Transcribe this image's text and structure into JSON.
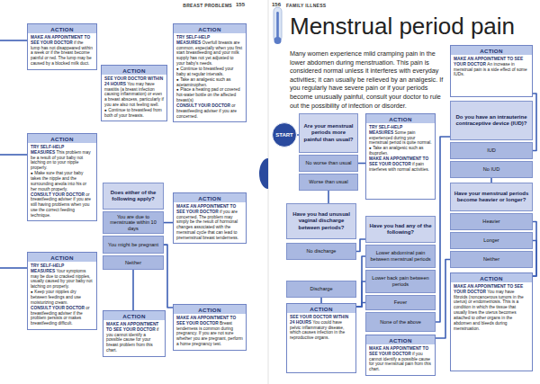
{
  "diagram": {
    "title": "Menstrual period pain",
    "nodes": [
      {
        "text": [
          "ACTION",
          "MAKE AN APPOINTMENT TO SEE YOUR DOCTOR",
          "if the lump has not disappeared within a week or if the breast become painful or red. The lump may be caused by a blocked milk duct."
        ]
      },
      {
        "text": [
          "ACTION",
          "SEE YOUR DOCTOR WITHIN 24 HOURS",
          "You may have mastitis (a breast infection causing inflammation) or even a breast abscess, particularly if you are also not feeling well.",
          "● Continue to breastfeed from both of your breasts."
        ]
      },
      {
        "text": [
          "ACTION",
          "TRY SELF-HELP MEASURES",
          "Overfull breasts are common, especially when you first start breastfeeding and your milk supply has not yet adjusted to your baby's needs.",
          "● Continue to breastfeed your baby at regular intervals.",
          "● Take an analgesic such as acetaminophen.",
          "● Place a heating pad or covered hot-water bottle on the affected breast(s)",
          "CONSULT YOUR DOCTOR",
          "or breastfeeding adviser if you are concerned."
        ]
      },
      {
        "text": [
          "ACTION",
          "TRY SELF-HELP MEASURES",
          "This problem may be a result of your baby not latching on to your nipple properly.",
          "● Make sure that your baby takes the nipple and the surrounding areola into his or her mouth properly.",
          "CONSULT YOUR DOCTOR",
          "or breastfeeding adviser if you are still having problems when you use the correct feeding technique."
        ]
      },
      {
        "text": [
          "Does either of the following apply?"
        ]
      },
      {
        "text": [
          "You are due to menstruate within 10 days"
        ]
      },
      {
        "text": [
          "You might be pregnant"
        ]
      },
      {
        "text": [
          "Neither"
        ]
      },
      {
        "text": [
          "ACTION",
          "MAKE AN APPOINTMENT TO SEE YOUR DOCTOR",
          "if you are concerned. The problem may simply be the result of hormonal changes associated with the menstrual cycle that can lead to premenstrual breast tenderness."
        ]
      },
      {
        "text": [
          "ACTION",
          "TRY SELF-HELP MEASURES",
          "Your symptoms may be due to cracked nipples, usually caused by your baby not latching on properly.",
          "● Keep your nipples dry between feedings and use moisturizing cream.",
          "CONSULT YOUR DOCTOR",
          "or breastfeeding adviser if the problem persists or makes breastfeeding difficult."
        ]
      },
      {
        "text": [
          "ACTION",
          "MAKE AN APPOINTMENT TO SEE YOUR DOCTOR",
          "if you cannot identify a possible cause for your breast problem from this chart."
        ]
      },
      {
        "text": [
          "ACTION",
          "MAKE AN APPOINTMENT TO SEE YOUR DOCTOR",
          "Breast tenderness is common during pregnancy. If you are not sure whether you are pregnant, perform a home pregnancy test."
        ]
      },
      {
        "text": [
          "START"
        ]
      },
      {
        "text": [
          "Are your menstrual periods more painful than usual?"
        ]
      },
      {
        "text": [
          "No worse than usual"
        ]
      },
      {
        "text": [
          "Worse than usual"
        ]
      },
      {
        "text": [
          "ACTION",
          "TRY SELF-HELP MEASURES",
          "Some pain experienced during your menstrual period is quite normal.",
          "● Take an analgesic such as ibuprofen.",
          "MAKE AN APPOINTMENT TO SEE YOUR DOCTOR",
          "if pain interferes with normal activities."
        ]
      },
      {
        "text": [
          "Have you had unusual vaginal discharge between periods?"
        ]
      },
      {
        "text": [
          "No discharge"
        ]
      },
      {
        "text": [
          "Discharge"
        ]
      },
      {
        "text": [
          "Have you had any of the following?"
        ]
      },
      {
        "text": [
          "Lower abdominal pain between menstrual periods"
        ]
      },
      {
        "text": [
          "Lower back pain between periods"
        ]
      },
      {
        "text": [
          "Fever"
        ]
      },
      {
        "text": [
          "None of the above"
        ]
      },
      {
        "text": [
          "ACTION",
          "SEE YOUR DOCTOR WITHIN 24 HOURS",
          "You could have pelvic inflammatory disease, which causes infection in the reproductive organs."
        ]
      },
      {
        "text": [
          "ACTION",
          "MAKE AN APPOINTMENT TO SEE YOUR DOCTOR",
          "if you cannot identify a possible cause for your menstrual pain from this chart."
        ]
      },
      {
        "text": [
          "ACTION",
          "MAKE AN APPOINTMENT TO SEE YOUR DOCTOR",
          "An increase in menstrual pain is a side effect of some IUDs."
        ]
      },
      {
        "text": [
          "Do you have an intrauterine contraceptive device (IUD)?"
        ]
      },
      {
        "text": [
          "IUD"
        ]
      },
      {
        "text": [
          "No IUD"
        ]
      },
      {
        "text": [
          "Have your menstrual periods become heavier or longer?"
        ]
      },
      {
        "text": [
          "Heavier"
        ]
      },
      {
        "text": [
          "Longer"
        ]
      },
      {
        "text": [
          "Neither"
        ]
      },
      {
        "text": [
          "ACTION",
          "MAKE AN APPOINTMENT TO SEE YOUR DOCTOR",
          "You may have fibroids (noncancerous tumors in the uterus) or endometriosis. This is a condition in which the tissue that usually lines the uterus becomes attached to other organs in the abdomen and bleeds during menstruation."
        ]
      }
    ],
    "edges": [
      {
        "from": 5,
        "to": 8,
        "arrow": "none"
      },
      {
        "from": 6,
        "to": 11,
        "arrow": "none"
      },
      {
        "from": 7,
        "to": 10,
        "arrow": "none"
      },
      {
        "from": 12,
        "to": 13,
        "arrow": "none"
      },
      {
        "from": 14,
        "to": 16,
        "arrow": "none"
      },
      {
        "from": 15,
        "to": 17,
        "arrow": "none"
      },
      {
        "from": 18,
        "to": 20,
        "arrow": "none"
      },
      {
        "from": 19,
        "to": 25,
        "arrow": "none"
      },
      {
        "from": 21,
        "to": 25,
        "arrow": "none"
      },
      {
        "from": 22,
        "to": 25,
        "arrow": "none"
      },
      {
        "from": 23,
        "to": 25,
        "arrow": "none"
      },
      {
        "from": 24,
        "to": 28,
        "arrow": "none"
      },
      {
        "from": 29,
        "to": 27,
        "arrow": "none"
      },
      {
        "from": 30,
        "to": 31,
        "arrow": "none"
      },
      {
        "from": 32,
        "to": 35,
        "arrow": "none"
      },
      {
        "from": 33,
        "to": 35,
        "arrow": "none"
      },
      {
        "from": 34,
        "to": 26,
        "arrow": "none"
      }
    ],
    "labels": [
      "BREAST PROBLEMS",
      "155",
      "156",
      "FAMILY ILLNESS",
      "Many women experience mild cramping pain in the lower abdomen during menstruation. This pain is considered normal unless it interferes with everyday activities; it can usually be relieved by an analgesic. If you regularly have severe pain or if your periods become unusually painful, consult your doctor to rule out the possibility of infection or disorder."
    ]
  }
}
